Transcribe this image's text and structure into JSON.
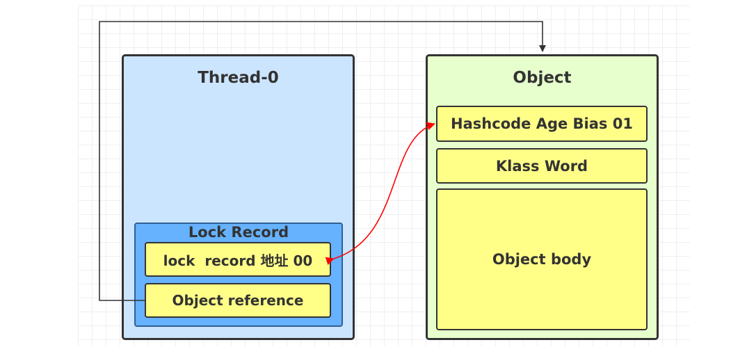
{
  "thread": {
    "title": "Thread-0",
    "lock_record": {
      "title": "Lock Record",
      "address_label": "lock  record 地址 00",
      "reference_label": "Object reference"
    }
  },
  "object": {
    "title": "Object",
    "header_mark_word": "Hashcode Age Bias 01",
    "klass_word": "Klass Word",
    "body": "Object body"
  },
  "colors": {
    "thread_bg": "#cce5ff",
    "lock_record_bg": "#66b2ff",
    "object_bg": "#e6ffcc",
    "field_bg": "#ffff88",
    "reference_arrow": "#333333",
    "cas_arrow": "#ff0000"
  }
}
